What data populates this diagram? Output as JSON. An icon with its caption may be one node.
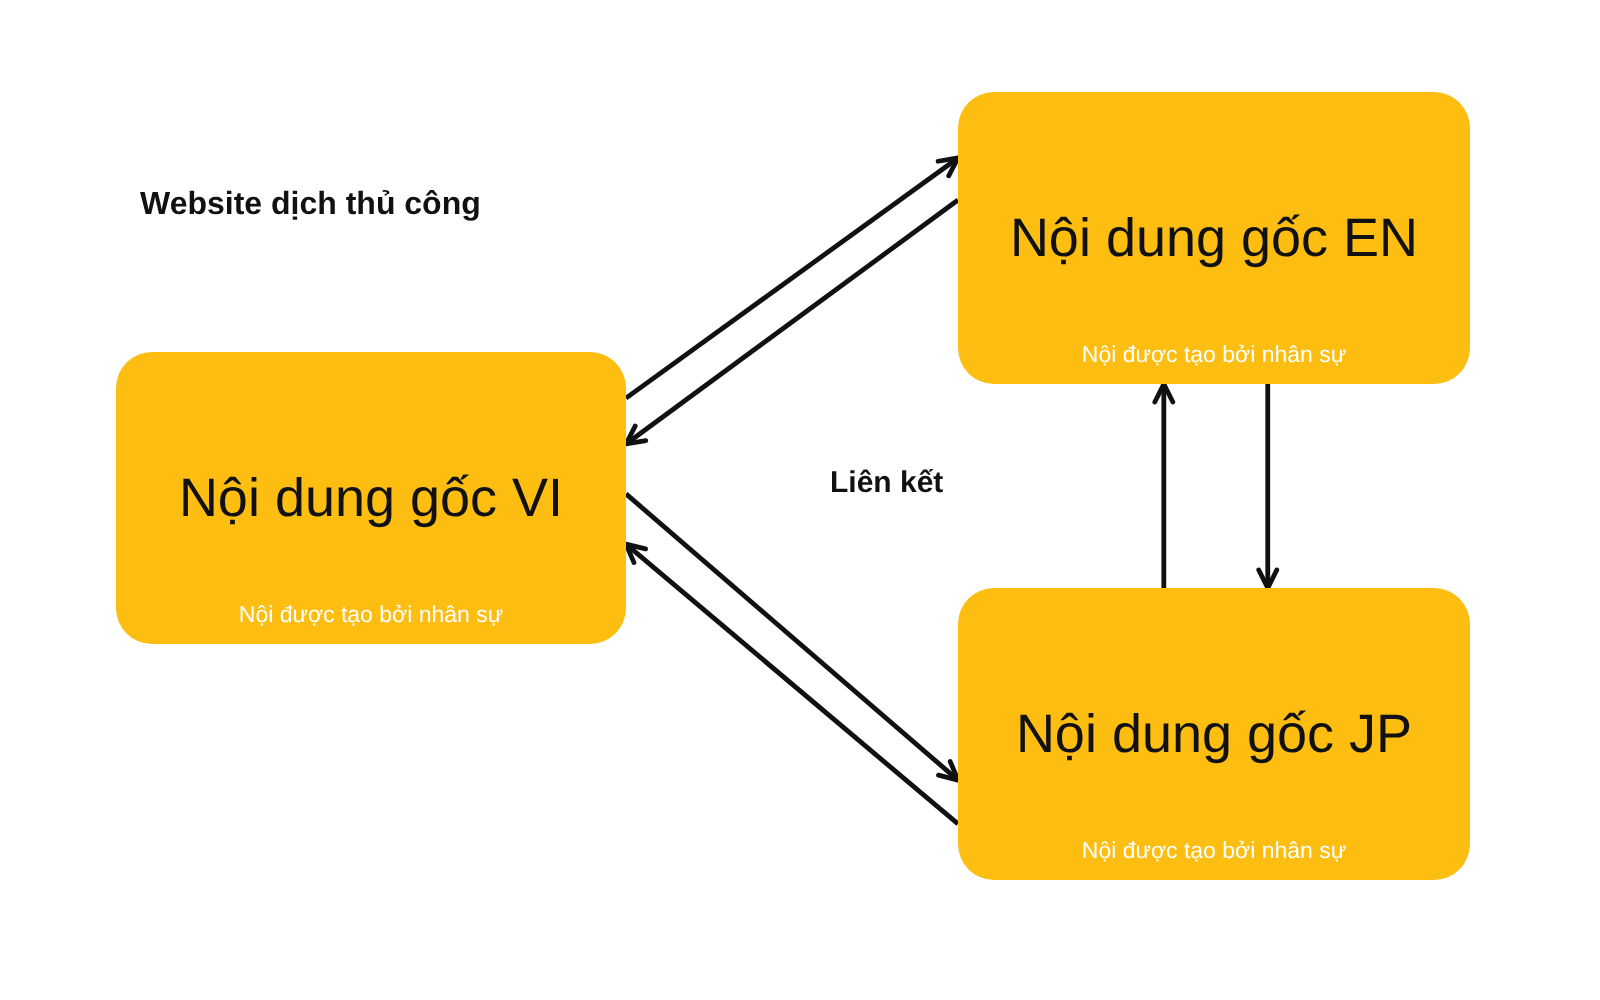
{
  "diagram": {
    "title": "Website dịch thủ công",
    "nodes": [
      {
        "text": [
          "Nội dung gốc VI",
          "Nội được tạo bởi nhân sự"
        ]
      },
      {
        "text": [
          "Nội dung gốc EN",
          "Nội được tạo bởi nhân sự"
        ]
      },
      {
        "text": [
          "Nội dung gốc JP",
          "Nội được tạo bởi nhân sự"
        ]
      }
    ],
    "edges": [
      {
        "from": 0,
        "to": 1,
        "arrow": "to"
      },
      {
        "from": 1,
        "to": 0,
        "arrow": "to"
      },
      {
        "from": 0,
        "to": 2,
        "arrow": "to"
      },
      {
        "from": 2,
        "to": 0,
        "arrow": "to"
      },
      {
        "from": 2,
        "to": 1,
        "arrow": "to"
      },
      {
        "from": 1,
        "to": 2,
        "arrow": "to"
      }
    ],
    "labels": [
      "Liên kết"
    ]
  }
}
